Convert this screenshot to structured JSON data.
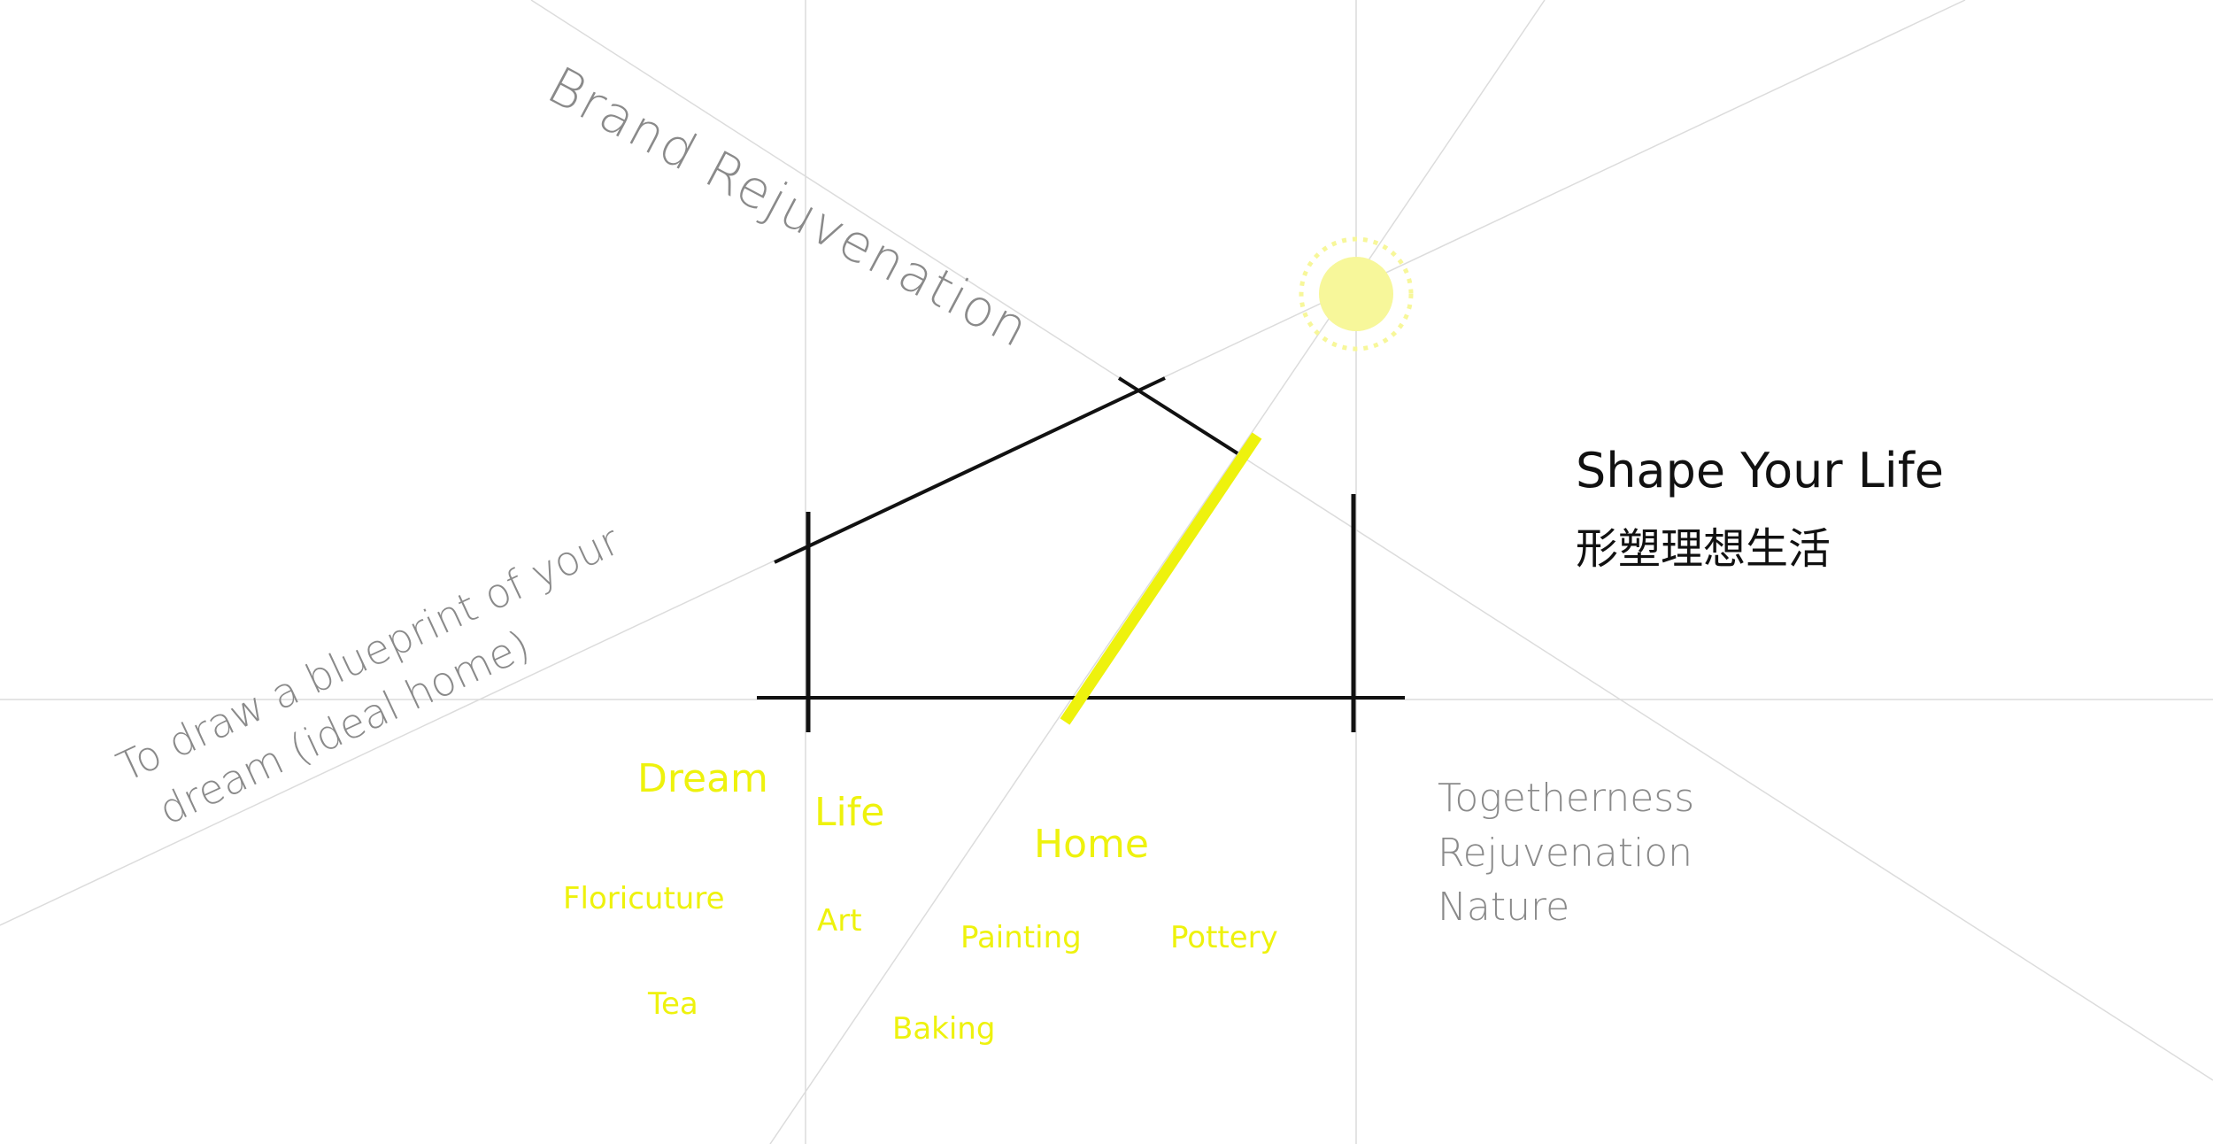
{
  "colors": {
    "accent_yellow": "#eef20d",
    "sun_fill": "#f7f79a",
    "guide_line": "#dcdcdc",
    "ink": "#111111",
    "muted_text": "#8a8a8a"
  },
  "annotations": {
    "brand": "Brand Rejuvenation",
    "blueprint_line1": "To draw a blueprint of your",
    "blueprint_line2": "dream (ideal home)"
  },
  "headline": {
    "title_en": "Shape Your Life",
    "title_cn": "形塑理想生活"
  },
  "values": [
    "Togetherness",
    "Rejuvenation",
    "Nature"
  ],
  "concepts": {
    "dream": "Dream",
    "life": "Life",
    "home": "Home"
  },
  "activities": {
    "floriculture": "Floricuture",
    "art": "Art",
    "painting": "Painting",
    "pottery": "Pottery",
    "tea": "Tea",
    "baking": "Baking"
  },
  "icons": {
    "sun": "sun-icon",
    "house": "house-sketch"
  }
}
